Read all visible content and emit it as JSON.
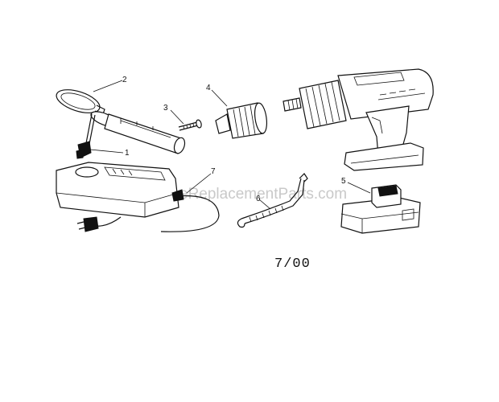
{
  "callouts": {
    "part_1": "1",
    "part_2": "2",
    "part_3": "3",
    "part_4": "4",
    "part_5": "5",
    "part_6": "6",
    "part_7": "7"
  },
  "revision": "7/00",
  "watermark": "eReplacementParts.com",
  "colors": {
    "ink": "#111111",
    "watermark": "#c9c9c9",
    "background": "#ffffff"
  }
}
